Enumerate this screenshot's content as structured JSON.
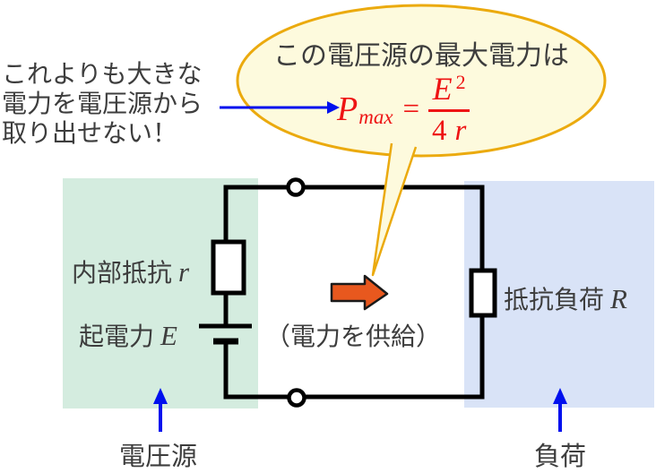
{
  "note": {
    "lines": [
      "これよりも大きな",
      "電力を電圧源から",
      "取り出せない！"
    ]
  },
  "bubble": {
    "heading": "この電圧源の最大電力は",
    "formula": {
      "lhs": "P",
      "lhs_sub": "max",
      "equals": "=",
      "numerator_base": "E",
      "numerator_exp": "2",
      "denominator_coeff": "4",
      "denominator_symbol": "r"
    }
  },
  "circuit": {
    "internal_resistance": {
      "text": "内部抵抗",
      "symbol": "r"
    },
    "emf": {
      "text": "起電力",
      "symbol": "E"
    },
    "load_resistance": {
      "text": "抵抗負荷",
      "symbol": "R"
    },
    "power_caption": "（電力を供給）"
  },
  "captions": {
    "voltage_source": "電圧源",
    "load": "負荷"
  },
  "colors": {
    "voltage_source_region": "#d4ecdf",
    "load_region": "#d9e3f7",
    "bubble_fill": "#fdfadd",
    "bubble_stroke": "#ebaa0e",
    "formula_red": "#ee1414",
    "pointer_blue": "#0010ee",
    "power_arrow_orange": "#e8581e",
    "text_gray": "#3d3d3d"
  }
}
